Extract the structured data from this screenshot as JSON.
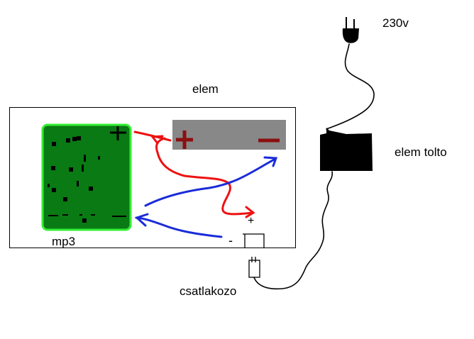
{
  "labels": {
    "voltage": "230v",
    "battery": "elem",
    "charger": "elem tolto",
    "player": "mp3",
    "connector": "csatlakozo",
    "battery_plus": "+",
    "battery_minus": "−",
    "player_plus": "+",
    "player_minus": "-",
    "connector_plus": "+",
    "connector_minus": "-"
  },
  "colors": {
    "player_fill": "#0a7a14",
    "player_border": "#33ee33",
    "battery_fill": "#888888",
    "battery_sign": "#8b1010",
    "positive_wire": "#ee1111",
    "negative_wire": "#1a2cd8",
    "cable": "#000000"
  }
}
